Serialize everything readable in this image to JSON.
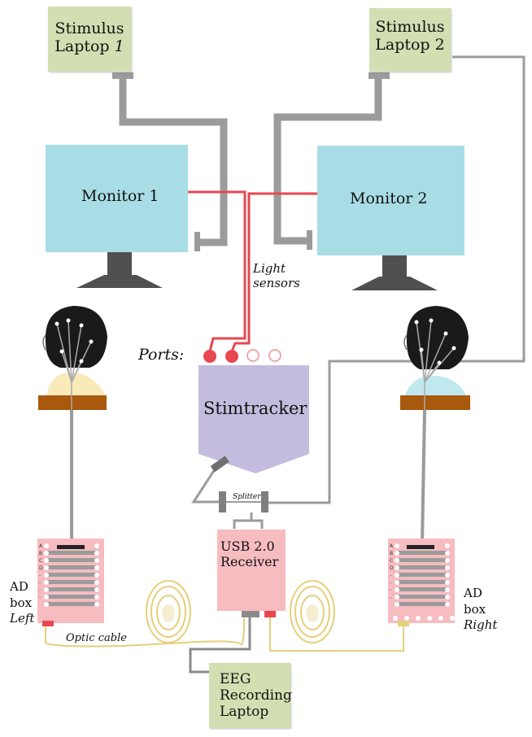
{
  "laptops": {
    "left": {
      "line1": "Stimulus",
      "line2": "Laptop",
      "num": "1"
    },
    "right": {
      "line1": "Stimulus",
      "line2": "Laptop 2"
    },
    "eeg": {
      "line1": "EEG",
      "line2": "Recording",
      "line3": "Laptop"
    }
  },
  "monitors": {
    "left": "Monitor 1",
    "right": "Monitor 2"
  },
  "light_sensors": {
    "line1": "Light",
    "line2": "sensors"
  },
  "ports_label": "Ports:",
  "stimtracker": "Stimtracker",
  "splitter": "Splitter",
  "usb_receiver": {
    "line1": "USB 2.0",
    "line2": "Receiver"
  },
  "ad_left": {
    "line1": "AD",
    "line2": "box",
    "line3": "Left"
  },
  "ad_right": {
    "line1": "AD",
    "line2": "box",
    "line3": "Right"
  },
  "optic_cable": "Optic cable",
  "ad_box_rows": [
    "A",
    "B",
    "C",
    "D",
    "-",
    "-",
    "-",
    "-"
  ],
  "colors": {
    "laptop": "#d3dfb2",
    "monitor": "#a8dde6",
    "stand": "#505050",
    "cable_gray": "#9b9b9b",
    "sensor_red": "#e8474f",
    "stimtracker": "#c4bcde",
    "usb_receiver": "#f6bcc0",
    "optic": "#e6cf7a",
    "head": "#1a1a1a",
    "pad_left": "#faeab9",
    "pad_right": "#bfe8ef",
    "base": "#a8590e"
  }
}
